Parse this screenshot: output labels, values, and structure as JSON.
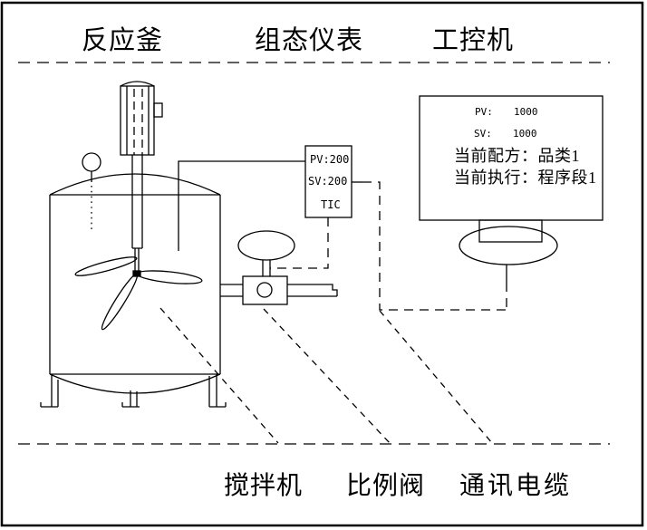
{
  "diagram": {
    "title_row": {
      "reactor_label": "反应釜",
      "instrument_label": "组态仪表",
      "computer_label": "工控机"
    },
    "bottom_row": {
      "mixer_label": "搅拌机",
      "valve_label": "比例阀",
      "cable_label": "通讯电缆"
    },
    "tic_box": {
      "pv": "PV:200",
      "sv": "SV:200",
      "tag": "TIC"
    },
    "monitor": {
      "pv_label": "PV:",
      "pv_value": "1000",
      "sv_label": "SV:",
      "sv_value": "1000",
      "recipe_line": "当前配方：品类1",
      "exec_line": "当前执行：程序段1"
    },
    "colors": {
      "line": "#000000",
      "background": "#ffffff"
    }
  }
}
